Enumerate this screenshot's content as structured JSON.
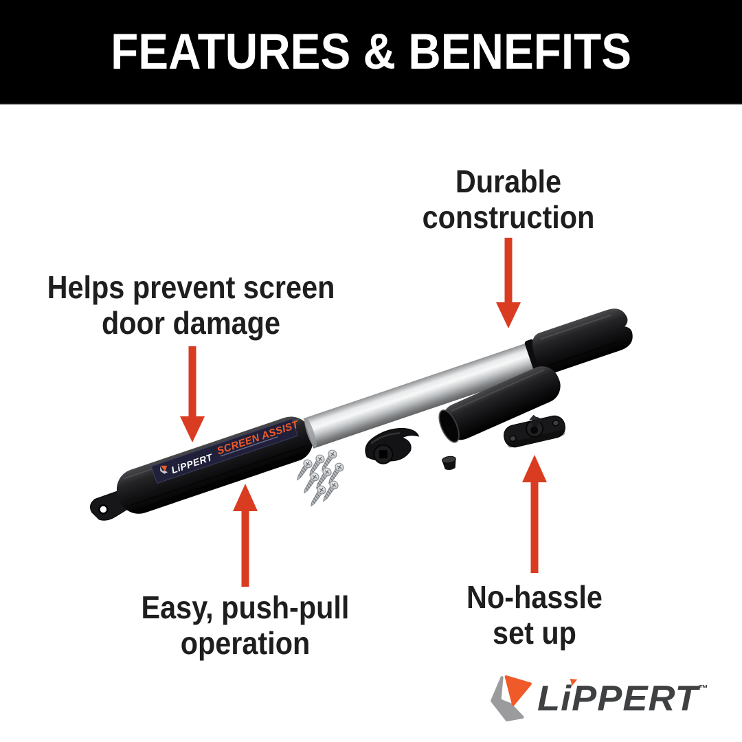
{
  "header": {
    "title": "FEATURES & BENEFITS"
  },
  "callouts": {
    "durable": {
      "lines": [
        "Durable",
        "construction"
      ]
    },
    "prevent_damage": {
      "lines": [
        "Helps prevent screen",
        "door damage"
      ]
    },
    "push_pull": {
      "lines": [
        "Easy, push-pull",
        "operation"
      ]
    },
    "no_hassle": {
      "lines": [
        "No-hassle",
        "set up"
      ]
    }
  },
  "product": {
    "label_brand": "LiPPERT",
    "label_name": "SCREEN ASSIST"
  },
  "footer": {
    "brand": "LiPPERT",
    "trademark": "™"
  },
  "icons": {
    "arrow_down": "arrow-down-icon",
    "arrow_up": "arrow-up-icon",
    "logo_mark": "lippert-logo-mark-icon",
    "screw": "screw-icon"
  },
  "colors": {
    "arrow_red": "#d93c20",
    "brand_orange": "#f05a28",
    "logo_gray": "#9b9b9d",
    "text_dark": "#1e1e1e",
    "header_bg": "#000000",
    "label_navy": "#20203a"
  }
}
